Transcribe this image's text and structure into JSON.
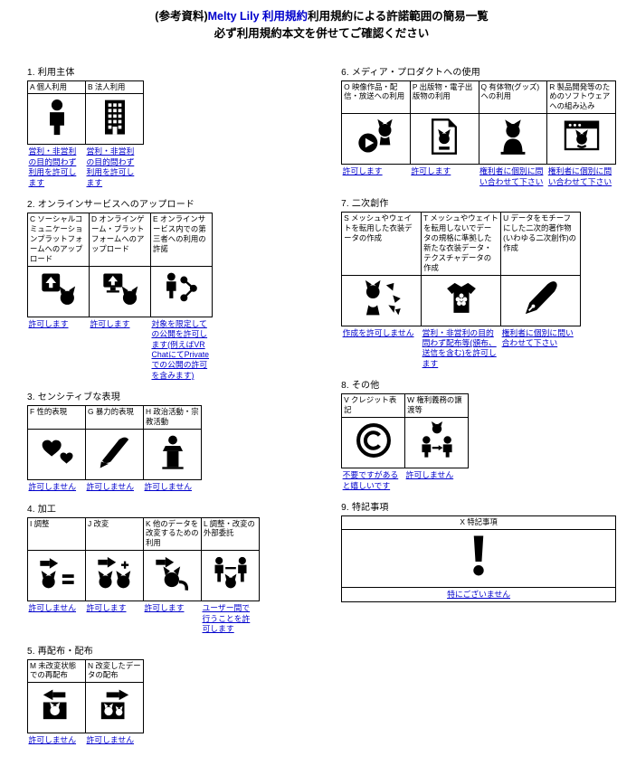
{
  "page": {
    "title_prefix": "(参考資料)",
    "title_link": "Melty Lily 利用規約",
    "title_suffix": "利用規約による許諾範囲の簡易一覧",
    "subtitle": "必ず利用規約本文を併せてご確認ください"
  },
  "colors": {
    "accent_blue": "#0000cc",
    "text": "#000000",
    "border": "#000000"
  },
  "sections": [
    {
      "column": "left",
      "title": "1. 利用主体",
      "items": [
        {
          "key": "A",
          "header": "A 個人利用",
          "icon": "person-icon",
          "result": "営利・非営利の目的問わず利用を許可します"
        },
        {
          "key": "B",
          "header": "B 法人利用",
          "icon": "building-icon",
          "result": "営利・非営利の目的問わず利用を許可します"
        }
      ]
    },
    {
      "column": "left",
      "title": "2. オンラインサービスへのアップロード",
      "items": [
        {
          "key": "C",
          "header": "C ソーシャルコミュニケーションプラットフォームへのアップロード",
          "icon": "upload-social-icon",
          "result": "許可します"
        },
        {
          "key": "D",
          "header": "D オンラインゲーム・プラットフォームへのアップロード",
          "icon": "upload-game-icon",
          "result": "許可します"
        },
        {
          "key": "E",
          "header": "E オンラインサービス内での第三者への利用の許諾",
          "icon": "share-users-icon",
          "result": "対象を限定しての公開を許可します(例えばVRChatにてPrivateでの公開の許可を含みます)"
        }
      ]
    },
    {
      "column": "left",
      "title": "3. センシティブな表現",
      "items": [
        {
          "key": "F",
          "header": "F 性的表現",
          "icon": "hearts-icon",
          "result": "許可しません"
        },
        {
          "key": "G",
          "header": "G 暴力的表現",
          "icon": "knife-icon",
          "result": "許可しません"
        },
        {
          "key": "H",
          "header": "H 政治活動・宗教活動",
          "icon": "podium-icon",
          "result": "許可しません"
        }
      ]
    },
    {
      "column": "left",
      "title": "4. 加工",
      "items": [
        {
          "key": "I",
          "header": "I 調整",
          "icon": "adjust-icon",
          "result": "許可しません"
        },
        {
          "key": "J",
          "header": "J 改変",
          "icon": "modify-icon",
          "result": "許可します"
        },
        {
          "key": "K",
          "header": "K 他のデータを改変するための利用",
          "icon": "modify-others-icon",
          "result": "許可します"
        },
        {
          "key": "L",
          "header": "L 調整・改変の外部委託",
          "icon": "outsource-icon",
          "result": "ユーザー間で行うことを許可します"
        }
      ]
    },
    {
      "column": "left",
      "title": "5. 再配布・配布",
      "items": [
        {
          "key": "M",
          "header": "M 未改変状態での再配布",
          "icon": "redistribute-icon",
          "result": "許可しません"
        },
        {
          "key": "N",
          "header": "N 改変したデータの配布",
          "icon": "distribute-modified-icon",
          "result": "許可しません"
        }
      ]
    },
    {
      "column": "right",
      "title": "6. メディア・プロダクトへの使用",
      "items": [
        {
          "key": "O",
          "header": "O 映像作品・配信・放送への利用",
          "icon": "video-icon",
          "result": "許可します"
        },
        {
          "key": "P",
          "header": "P 出版物・電子出版物の利用",
          "icon": "publication-icon",
          "result": "許可します"
        },
        {
          "key": "Q",
          "header": "Q 有体物(グッズ)への利用",
          "icon": "goods-icon",
          "result": "権利者に個別に問い合わせて下さい"
        },
        {
          "key": "R",
          "header": "R 製品開発等のためのソフトウェアへの組み込み",
          "icon": "software-icon",
          "result": "権利者に個別に問い合わせて下さい"
        }
      ]
    },
    {
      "column": "right",
      "title": "7. 二次創作",
      "items": [
        {
          "key": "S",
          "header": "S メッシュやウェイトを転用した衣装データの作成",
          "icon": "costume-create-icon",
          "result": "作成を許可しません"
        },
        {
          "key": "T",
          "header": "T メッシュやウェイトを転用しないでデータの規格に準拠した新たな衣装データ・テクスチャデータの作成",
          "icon": "costume-new-icon",
          "result": "営利・非営利の目的問わず配布等(頒布、送信を含む)を許可します"
        },
        {
          "key": "U",
          "header": "U データをモチーフにした二次的著作物(いわゆる二次創作)の作成",
          "icon": "fanart-icon",
          "result": "権利者に個別に問い合わせて下さい"
        }
      ]
    },
    {
      "column": "right",
      "title": "8. その他",
      "items": [
        {
          "key": "V",
          "header": "V クレジット表記",
          "icon": "copyright-icon",
          "result": "不要ですがあると嬉しいです"
        },
        {
          "key": "W",
          "header": "W 権利義務の譲渡等",
          "icon": "transfer-icon",
          "result": "許可しません"
        }
      ]
    },
    {
      "column": "right",
      "title": "9. 特記事項",
      "center": true,
      "result_in_table": true,
      "items": [
        {
          "key": "X",
          "header": "X 特記事項",
          "icon": "exclamation-icon",
          "result": "特にございません"
        }
      ]
    }
  ]
}
